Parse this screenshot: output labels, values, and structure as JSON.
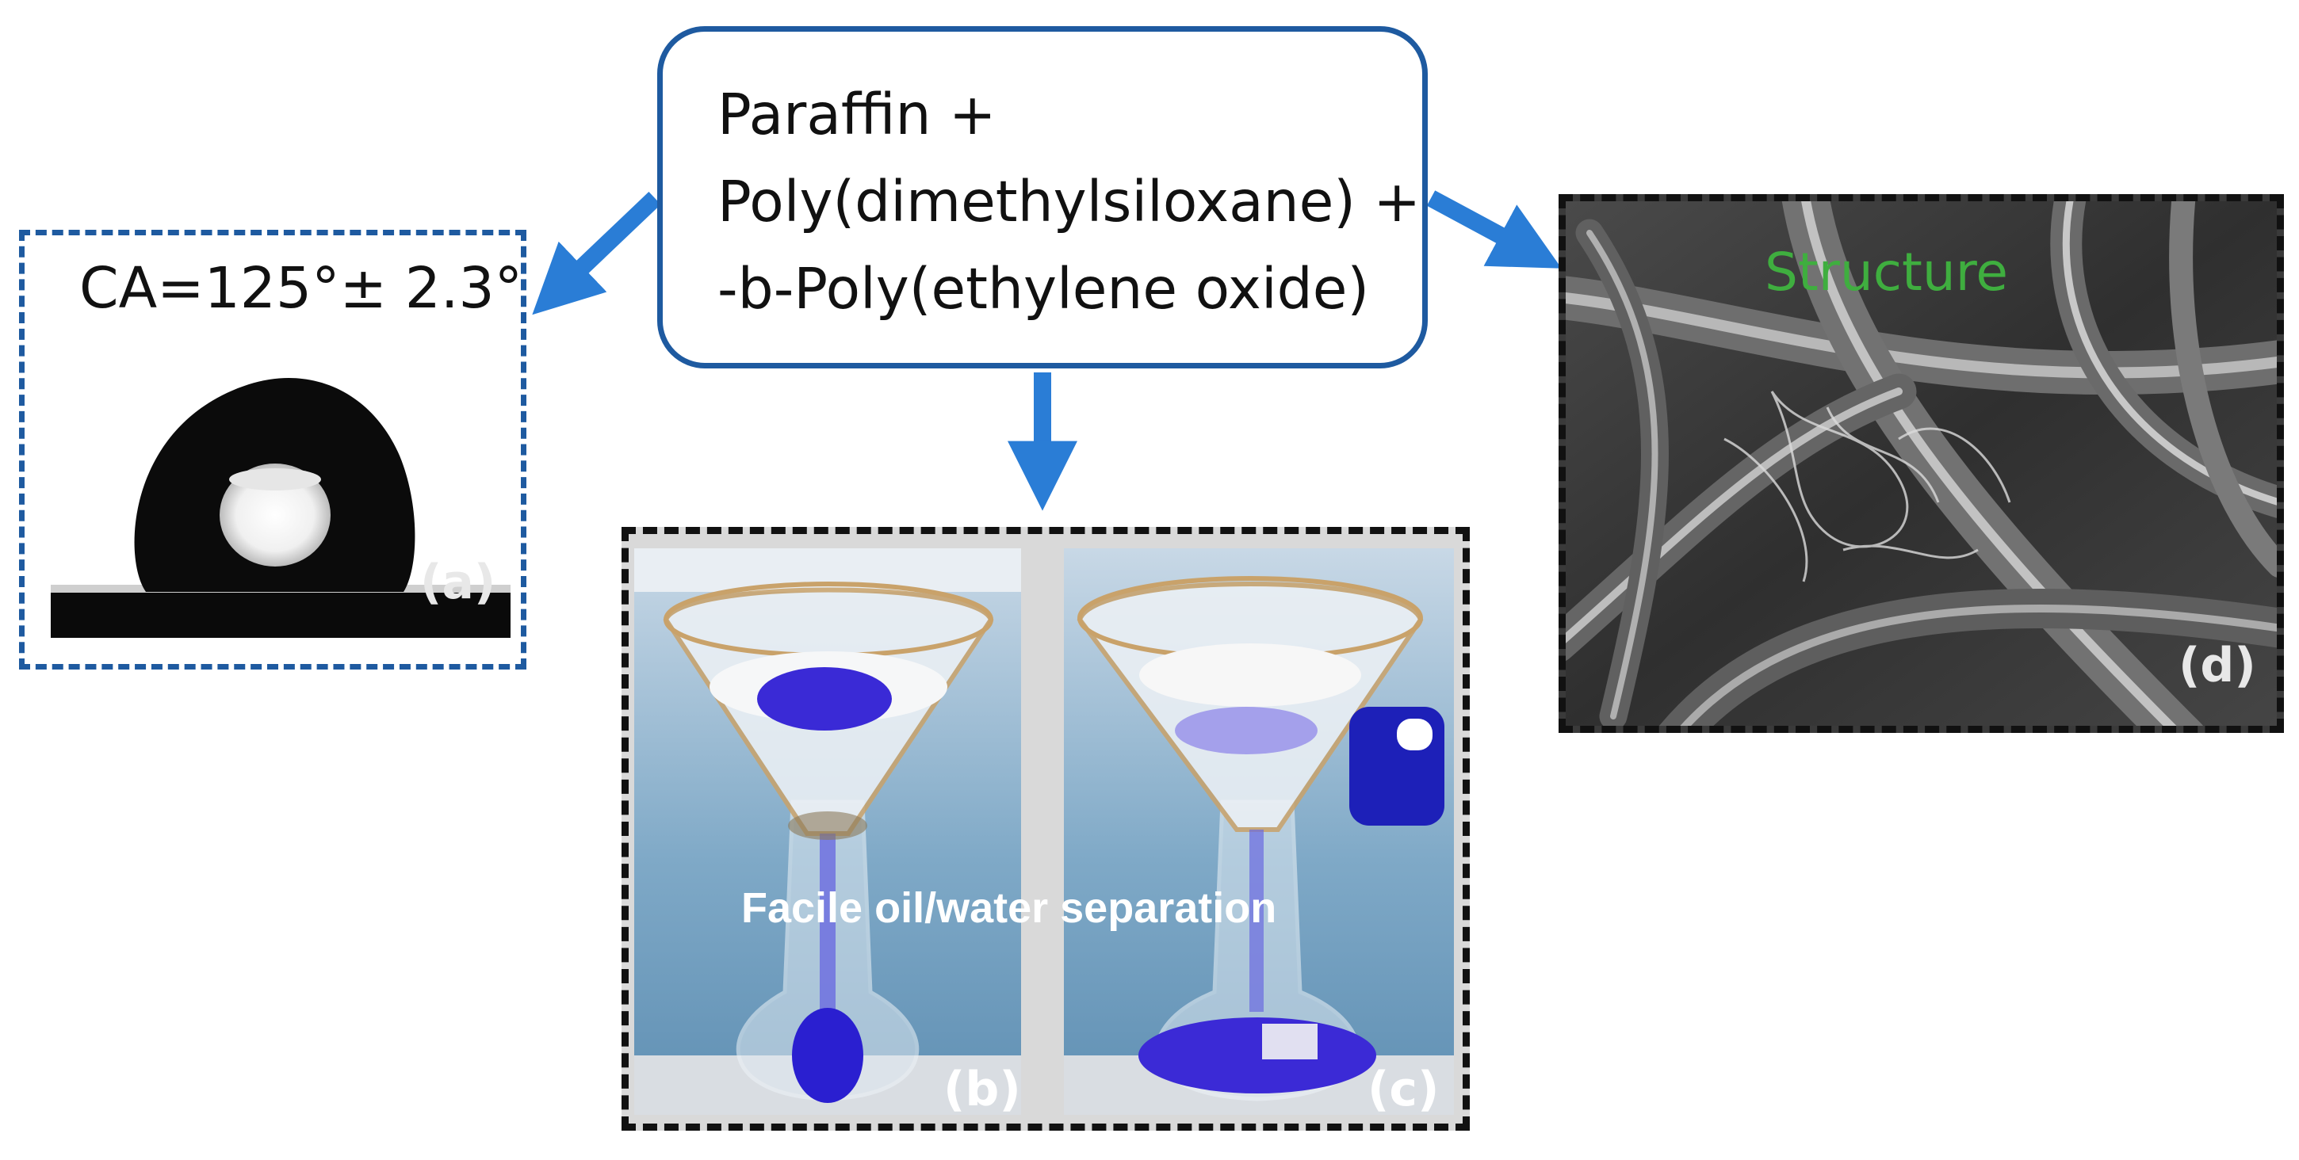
{
  "center": {
    "lines": [
      "Paraffin +",
      "Poly(dimethylsiloxane) +",
      "-b-Poly(ethylene oxide)"
    ]
  },
  "panel_a": {
    "text": "CA=125°± 2.3°",
    "label": "(a)"
  },
  "panel_b": {
    "label": "(b)"
  },
  "panel_c": {
    "label": "(c)"
  },
  "bc_caption": "Facile oil/water separation",
  "panel_d": {
    "label": "(d)",
    "caption": "Structure"
  },
  "colors": {
    "box_blue": "#1e5aa0",
    "arrow_blue": "#2a7dd6",
    "dye_blue": "#2a1fd0",
    "structure_green": "#3fae3f"
  }
}
